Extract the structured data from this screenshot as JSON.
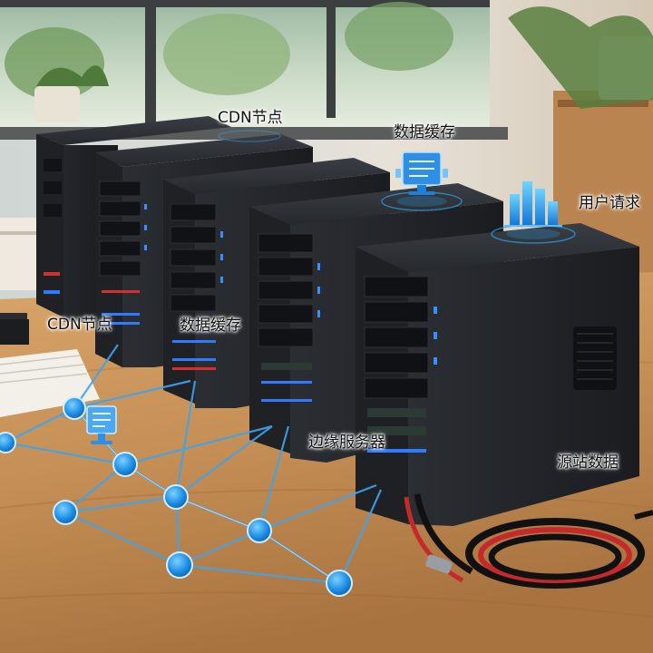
{
  "labels": {
    "cdn_node_top": "CDN节点",
    "data_cache_top": "数据缓存",
    "user_request": "用户请求",
    "cdn_node_left": "CDN节点",
    "data_cache_mid": "数据缓存",
    "edge_server": "边缘服务器",
    "origin_data": "源站数据"
  },
  "icons": {
    "monitor": "monitor-icon",
    "bar_chart": "bar-chart-icon"
  },
  "colors": {
    "holo_blue": "#29a3f0",
    "node_blue": "#1e8fe6",
    "server_black": "#1c1e22",
    "desk_wood": "#c9935c",
    "cable_red": "#c42a2a"
  }
}
